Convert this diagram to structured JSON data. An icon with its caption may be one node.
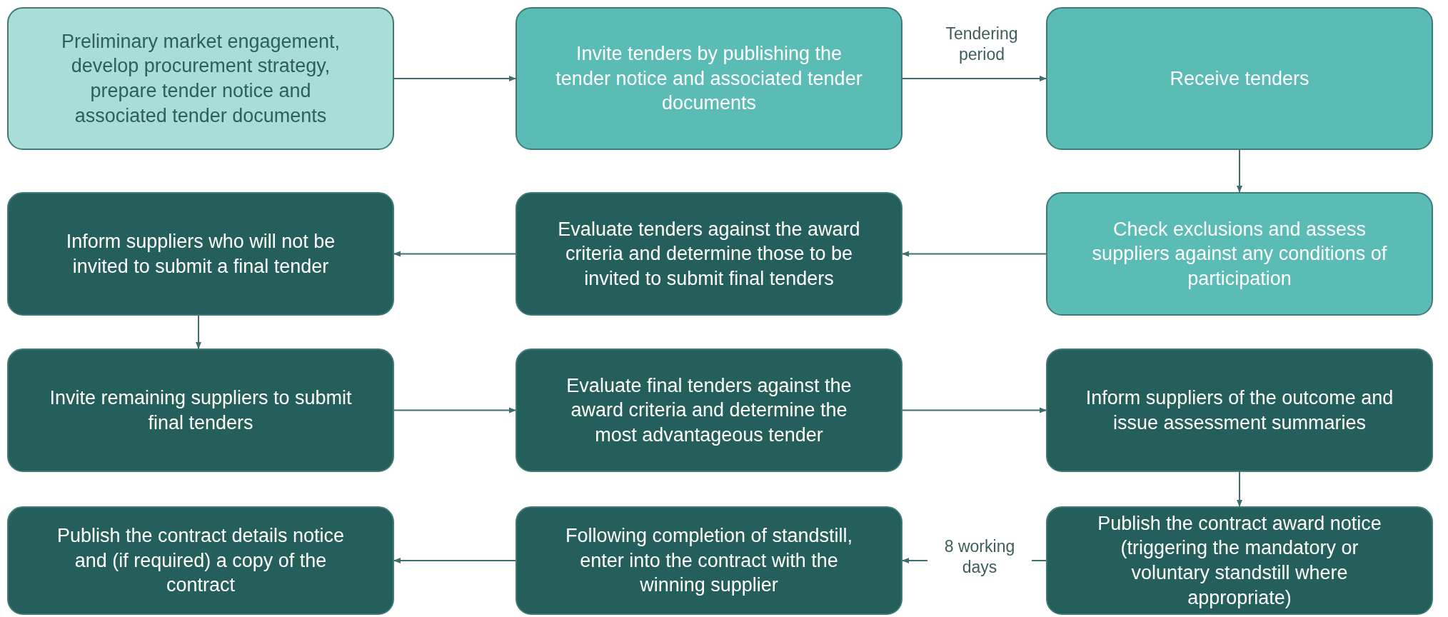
{
  "diagram": {
    "nodes": [
      {
        "text": [
          "Preliminary market engagement, develop procurement strategy, prepare tender notice and associated tender documents"
        ]
      },
      {
        "text": [
          "Invite tenders by publishing the tender notice and associated tender documents"
        ]
      },
      {
        "text": [
          "Receive tenders"
        ]
      },
      {
        "text": [
          "Check exclusions and assess suppliers against any conditions of participation"
        ]
      },
      {
        "text": [
          "Evaluate tenders against the award criteria and determine those to be invited to submit final tenders"
        ]
      },
      {
        "text": [
          "Inform suppliers who will not be invited to submit a final tender"
        ]
      },
      {
        "text": [
          "Invite remaining suppliers to submit final tenders"
        ]
      },
      {
        "text": [
          "Evaluate final tenders against the award criteria and determine the most advantageous tender"
        ]
      },
      {
        "text": [
          "Inform suppliers of the outcome and issue assessment summaries"
        ]
      },
      {
        "text": [
          "Publish the contract award notice (triggering the mandatory or voluntary standstill where appropriate)"
        ]
      },
      {
        "text": [
          "Following completion of standstill, enter into the contract with the winning supplier"
        ]
      },
      {
        "text": [
          "Publish the contract details notice and (if required) a copy of the contract"
        ]
      }
    ],
    "edges": [
      {
        "from": 0,
        "to": 1,
        "arrow": "to"
      },
      {
        "from": 1,
        "to": 2,
        "arrow": "to",
        "label": "Tendering period"
      },
      {
        "from": 2,
        "to": 3,
        "arrow": "to"
      },
      {
        "from": 3,
        "to": 4,
        "arrow": "to"
      },
      {
        "from": 4,
        "to": 5,
        "arrow": "to"
      },
      {
        "from": 5,
        "to": 6,
        "arrow": "to"
      },
      {
        "from": 6,
        "to": 7,
        "arrow": "to"
      },
      {
        "from": 7,
        "to": 8,
        "arrow": "to"
      },
      {
        "from": 8,
        "to": 9,
        "arrow": "to"
      },
      {
        "from": 9,
        "to": 10,
        "arrow": "to",
        "label": "8 working days"
      },
      {
        "from": 10,
        "to": 11,
        "arrow": "to"
      }
    ]
  }
}
